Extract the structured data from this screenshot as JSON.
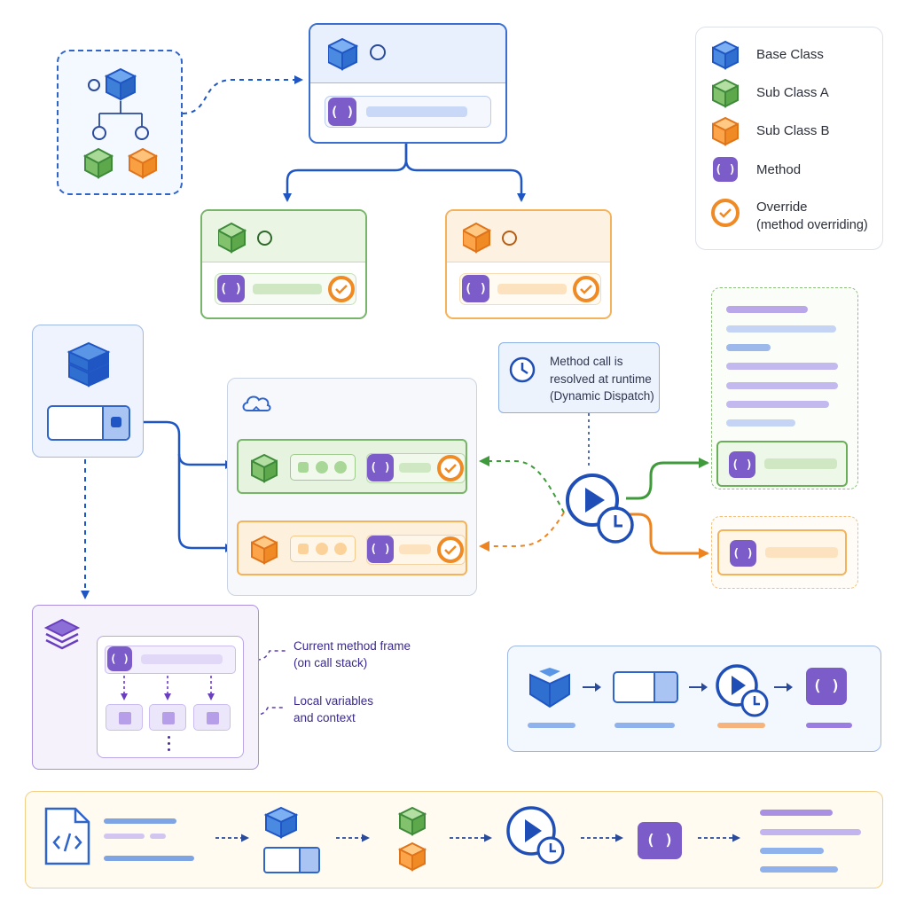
{
  "legend": {
    "base_class": "Base Class",
    "sub_class_a": "Sub Class A",
    "sub_class_b": "Sub Class B",
    "method": "Method",
    "override_line1": "Override",
    "override_line2": "(method overriding)"
  },
  "dispatch_note": {
    "line1": "Method call is",
    "line2": "resolved at runtime",
    "line3": "(Dynamic Dispatch)"
  },
  "stack_notes": {
    "frame_line1": "Current method frame",
    "frame_line2": "(on call stack)",
    "locals_line1": "Local variables",
    "locals_line2": "and context"
  },
  "colors": {
    "base": "#3f7fd8",
    "sub_a": "#6aae5a",
    "sub_b": "#f08a24",
    "method": "#7c5cc9",
    "dispatch": "#1f4fb6"
  }
}
